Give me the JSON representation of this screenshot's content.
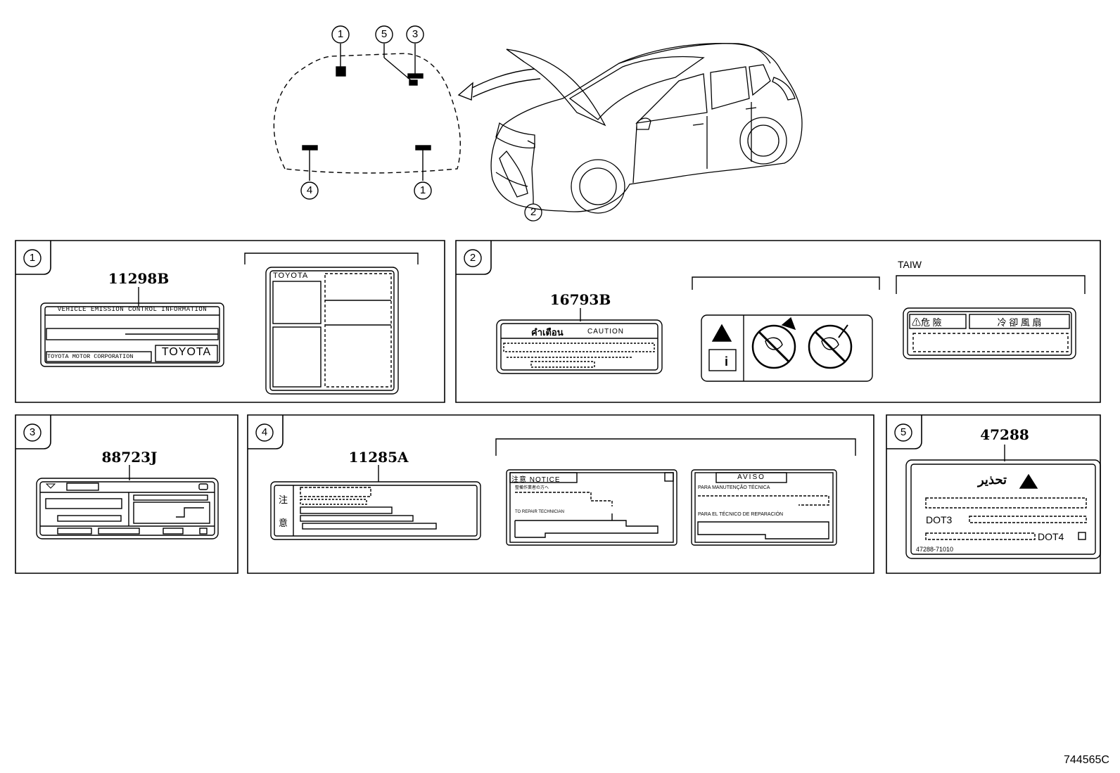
{
  "top_callouts": {
    "hood_1_top": "1",
    "hood_5": "5",
    "hood_3": "3",
    "hood_4": "4",
    "hood_1_bottom": "1",
    "car_2": "2"
  },
  "panels": {
    "p1": {
      "num": "1",
      "part": "11298B",
      "label_title": "VEHICLE EMISSION CONTROL INFORMATION",
      "label_corp": "TOYOTA MOTOR CORPORATION",
      "label_brand": "TOYOTA",
      "alt_brand": "TOYOTA"
    },
    "p2": {
      "num": "2",
      "part": "16793B",
      "caution_thai": "คำเตือน",
      "caution_en": "CAUTION",
      "variant": "TAIW",
      "taiw_warning": "⚠危 險",
      "taiw_cooling": "冷 卻 風 扇"
    },
    "p3": {
      "num": "3",
      "part": "88723J"
    },
    "p4": {
      "num": "4",
      "part": "11285A",
      "jp_char1": "注",
      "jp_char2": "意",
      "notice_title": "注意 NOTICE",
      "notice_line1": "整備作業者の方へ",
      "notice_line2": "TO REPAIR TECHNICIAN",
      "aviso_title": "AVISO",
      "aviso_line1": "PARA MANUTENÇÃO TÉCNICA",
      "aviso_line2": "PARA EL TÉCNICO DE REPARACIÓN"
    },
    "p5": {
      "num": "5",
      "part": "47288",
      "arabic": "تحذير",
      "dot3": "DOT3",
      "dot4": "DOT4",
      "code": "47288-71010"
    }
  },
  "figure_id": "744565C"
}
